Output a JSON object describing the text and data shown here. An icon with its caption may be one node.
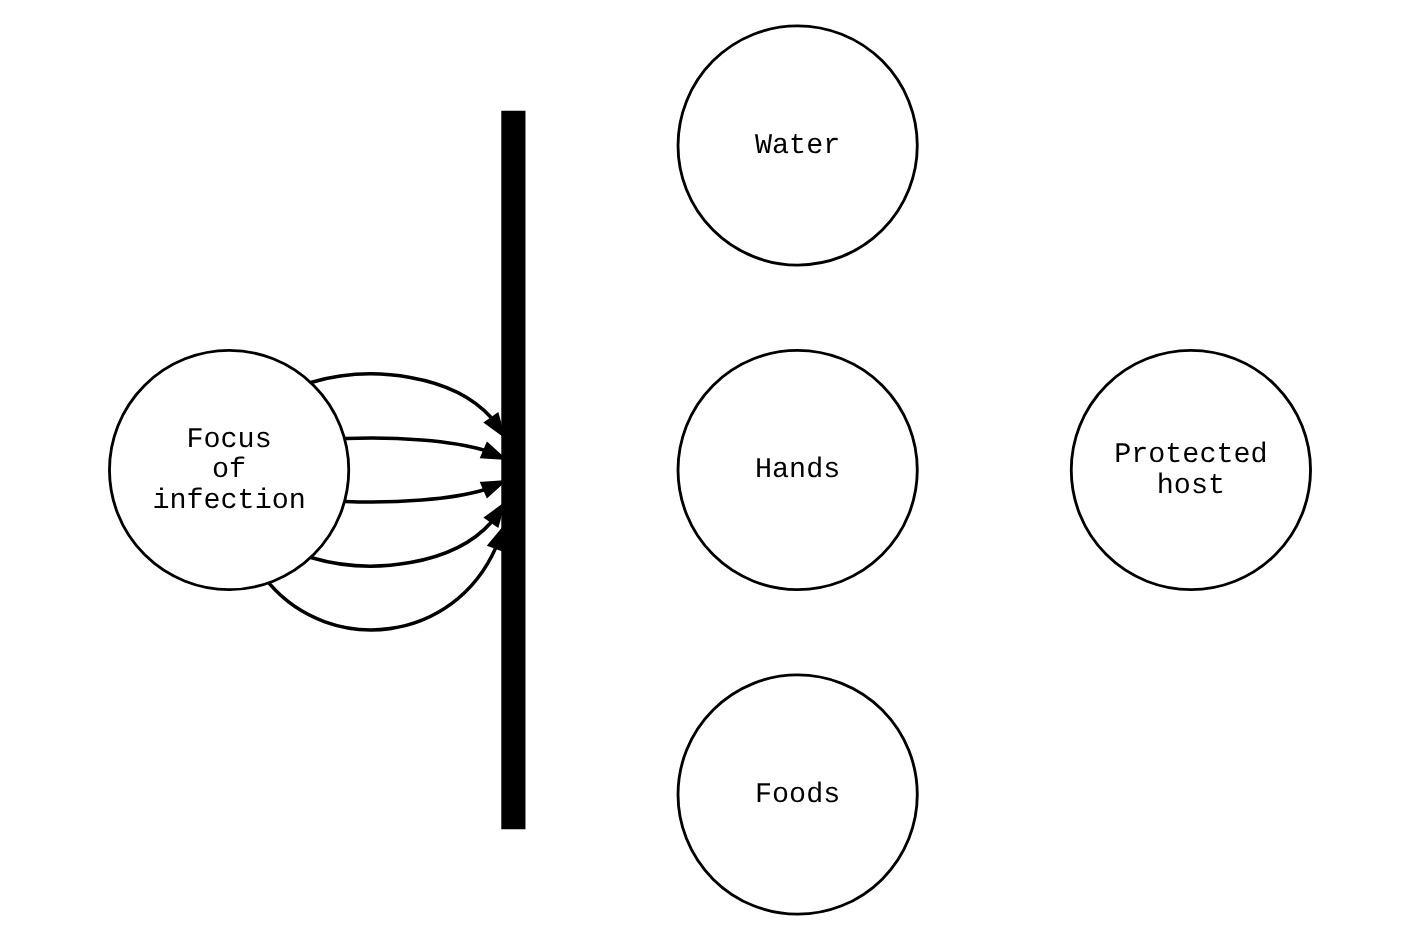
{
  "diagram": {
    "nodes": [
      {
        "text": [
          "Focus of infection"
        ]
      },
      {
        "text": [],
        "shape": "bar"
      },
      {
        "text": [
          "Water"
        ]
      },
      {
        "text": [
          "Hands"
        ]
      },
      {
        "text": [
          "Foods"
        ]
      },
      {
        "text": [
          "Protected host"
        ]
      }
    ],
    "edges": [
      {
        "from": 0,
        "to": 1,
        "arrow": "to"
      },
      {
        "from": 0,
        "to": 1,
        "arrow": "to"
      },
      {
        "from": 0,
        "to": 1,
        "arrow": "to"
      },
      {
        "from": 0,
        "to": 1,
        "arrow": "to"
      },
      {
        "from": 0,
        "to": 1,
        "arrow": "to"
      }
    ]
  }
}
